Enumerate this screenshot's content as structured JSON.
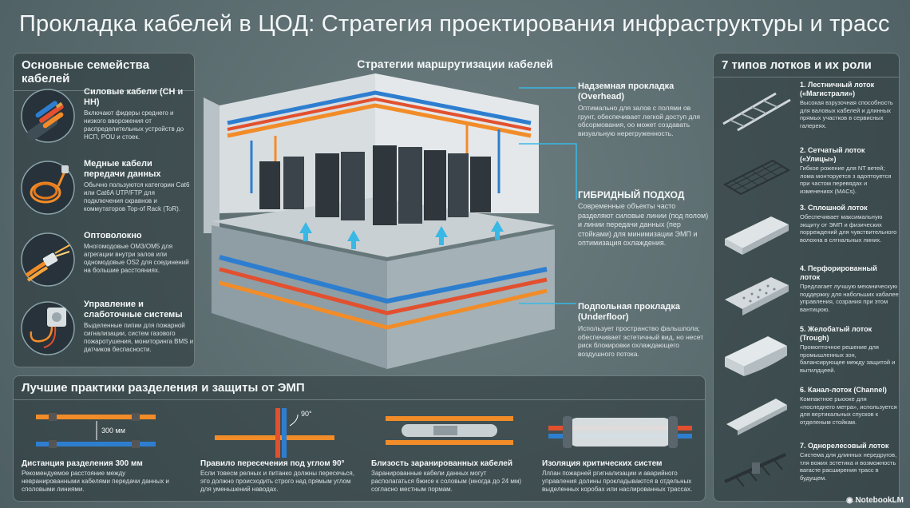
{
  "title": "Прокладка кабелей в ЦОД: Стратегия проектирования инфраструктуры и трасс",
  "left_panel": {
    "title": "Основные семейства кабелей",
    "items": [
      {
        "title": "Силовые кабели (СН и НН)",
        "desc": "Включают фидеры среднего и низкого вворожения от распределительных устройств до НСП, POU и стоек.",
        "icon": "power-cable-icon"
      },
      {
        "title": "Медные кабели передачи данных",
        "desc": "Обычно пользуются категории Cat6 или Cat6A UTP/FTP для подключения скравнов и коммутаторов Top-of Rack (ToR).",
        "icon": "copper-cable-icon"
      },
      {
        "title": "Оптоволокно",
        "desc": "Многомодовые OM3/OM5 для агрегации внутри залов или одномодовые OS2 для соединений на большие расстояниях.",
        "icon": "fiber-optic-icon"
      },
      {
        "title": "Управление и слаботочные системы",
        "desc": "Выделенные пипии для пожарной сигнализации, систем газового пожаротушения, мониторинга BMS и датчиков беспасности.",
        "icon": "control-system-icon"
      }
    ]
  },
  "center": {
    "title": "Стратегии маршрутизации кабелей",
    "callouts": [
      {
        "title": "Надземная прокладка (Overhead)",
        "desc": "Оптимально для залов с полями ов грунт, обеспечивает легкой доступ для обсормования, оо может создавать визуальную нерегруженность."
      },
      {
        "title": "ГИБРИДНЫЙ ПОДХОД",
        "desc": "Современные объекты часто разделяют силовые линии (под полом) и линии передачи данных (пер стойками) для минимизации ЭМП и оптимизация охлаждения."
      },
      {
        "title": "Подпольная прокладка (Underfloor)",
        "desc": "Использует пространство фальшпола; обеспечивает эстетичный вид, но несет риск блокировки охлаждающего воздушного потока."
      }
    ]
  },
  "right_panel": {
    "title": "7 типов лотков и их роли",
    "items": [
      {
        "title": "1. Лестничный лоток («Магистрали»)",
        "desc": "Высокая взрузочная способность для валовых кабелей и длинных прямых участков в сервисных галереях.",
        "icon": "ladder-tray-icon"
      },
      {
        "title": "2. Сетчатый лоток («Улицы»)",
        "desc": "Гибкое рожение для NT ветей; лома монторуется з адоптоуется при частом перевядах и изменениях (MACs).",
        "icon": "mesh-tray-icon"
      },
      {
        "title": "3. Сплошной лоток",
        "desc": "Обеспечивает максимальную экщиту от ЭМП и физических порреждений для чувствительного волохна в слгнальных линих.",
        "icon": "solid-tray-icon"
      },
      {
        "title": "4. Перфорированный лоток",
        "desc": "Предлагает лучшую механическую поддержку для набольших кабалее управления, созрания при этом вантицюю.",
        "icon": "perforated-tray-icon"
      },
      {
        "title": "5. Желобатый лоток (Trough)",
        "desc": "Промопточное решение для промышленных зон, балансирующее между защитой и вытилдцеей.",
        "icon": "trough-tray-icon"
      },
      {
        "title": "6. Канал-лоток (Channel)",
        "desc": "Компактное рыооке для «последнего метра», используется для вертикальных спусков к отделеным стойкам.",
        "icon": "channel-tray-icon"
      },
      {
        "title": "7. Однорелесовый лоток",
        "desc": "Система для длинных нередругов, тля вожих эстетика и возможность вагасте расширения трасс в будущем.",
        "icon": "single-rail-tray-icon"
      }
    ]
  },
  "bottom_panel": {
    "title": "Лучшие практики разделения и защиты от ЭМП",
    "items": [
      {
        "title": "Дистанция разделения 300 мм",
        "desc": "Рекомендуемое расстояние между невранированными кабелями передачи данных и споловыми линиями.",
        "label": "300 мм"
      },
      {
        "title": "Правило пересечения под углом 90°",
        "desc": "Если товесм релных и питанко должны пересечься, это должно происходить строго над прямым углом для уменьшений наводах.",
        "label": "90°"
      },
      {
        "title": "Близость заранированных кабелей",
        "desc": "Заранированные кабели данных могут располагаться бжисе к соловым (иногда до 24 мм) согласно местным пормам."
      },
      {
        "title": "Изоляция критических систем",
        "desc": "Ллпан пожарней ргигнализации и аварийного управления долины прокладываются в отдельных выделенных коробах или наслированных трассах."
      }
    ]
  },
  "brand": {
    "icon": "notebooklm-logo-icon",
    "name": "NotebookLM"
  },
  "colors": {
    "power": "#e2502f",
    "data": "#2e7ed0",
    "fiber": "#f28c28",
    "accent": "#39b8e6"
  }
}
